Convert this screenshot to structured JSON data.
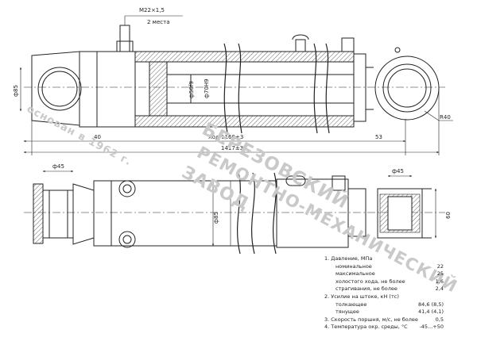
{
  "watermark": {
    "line1": "БЕРЕЗОВСКИЙ",
    "line2": "РЕМОНТНО-МЕХАНИЧЕСКИЙ",
    "line3": "ЗАВОД",
    "founded": "основан в 1962 г."
  },
  "dimensions": {
    "thread": "М22×1,5",
    "thread_note": "2 места",
    "bore_left": "ф85",
    "rod": "ф50f9",
    "piston_inner": "ф70H9",
    "stroke": "Ход 1160±3",
    "overall": "1417±3",
    "left_offset": "40",
    "right_offset": "53",
    "eye_radius": "R40",
    "pin_left": "ф45",
    "pin_right": "ф45",
    "bore_bottom": "ф85",
    "eye_width": "60"
  },
  "specs": [
    {
      "label": "1. Давление, МПа",
      "value": ""
    },
    {
      "label": "номинальное",
      "value": "22"
    },
    {
      "label": "максимальное",
      "value": "25"
    },
    {
      "label": "холостого хода, не более",
      "value": "1,6"
    },
    {
      "label": "страгивания, не более",
      "value": "2,4"
    },
    {
      "label": "2. Усилие на штоке, кН (тс)",
      "value": ""
    },
    {
      "label": "толкающее",
      "value": "84,6 (8,5)"
    },
    {
      "label": "тянущее",
      "value": "41,4 (4,1)"
    },
    {
      "label": "3. Скорость поршня, м/с, не более",
      "value": "0,5"
    },
    {
      "label": "4. Температура окр. среды, °С",
      "value": "-45...+50"
    }
  ]
}
